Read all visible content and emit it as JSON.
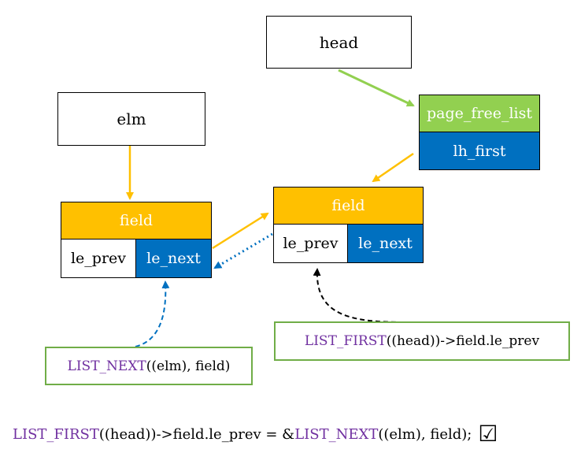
{
  "nodes": {
    "head": "head",
    "elm": "elm",
    "page_free_list": "page_free_list",
    "lh_first": "lh_first",
    "left_field": "field",
    "left_le_prev": "le_prev",
    "left_le_next": "le_next",
    "right_field": "field",
    "right_le_prev": "le_prev",
    "right_le_next": "le_next"
  },
  "annotations": {
    "list_next_macro": "LIST_NEXT",
    "list_next_args": "((elm), field)",
    "list_first_macro": "LIST_FIRST",
    "list_first_args": "((head))->field.le_prev"
  },
  "formula": {
    "macro1": "LIST_FIRST",
    "part1": "((head))->field.le_prev = &",
    "macro2": "LIST_NEXT",
    "part2": "((elm), field);",
    "check": "☑"
  },
  "colors": {
    "field": "#ffc000",
    "pointer": "#0070c0",
    "list_head": "#92d050",
    "note_border": "#70ad47",
    "macro_text": "#7030a0"
  }
}
